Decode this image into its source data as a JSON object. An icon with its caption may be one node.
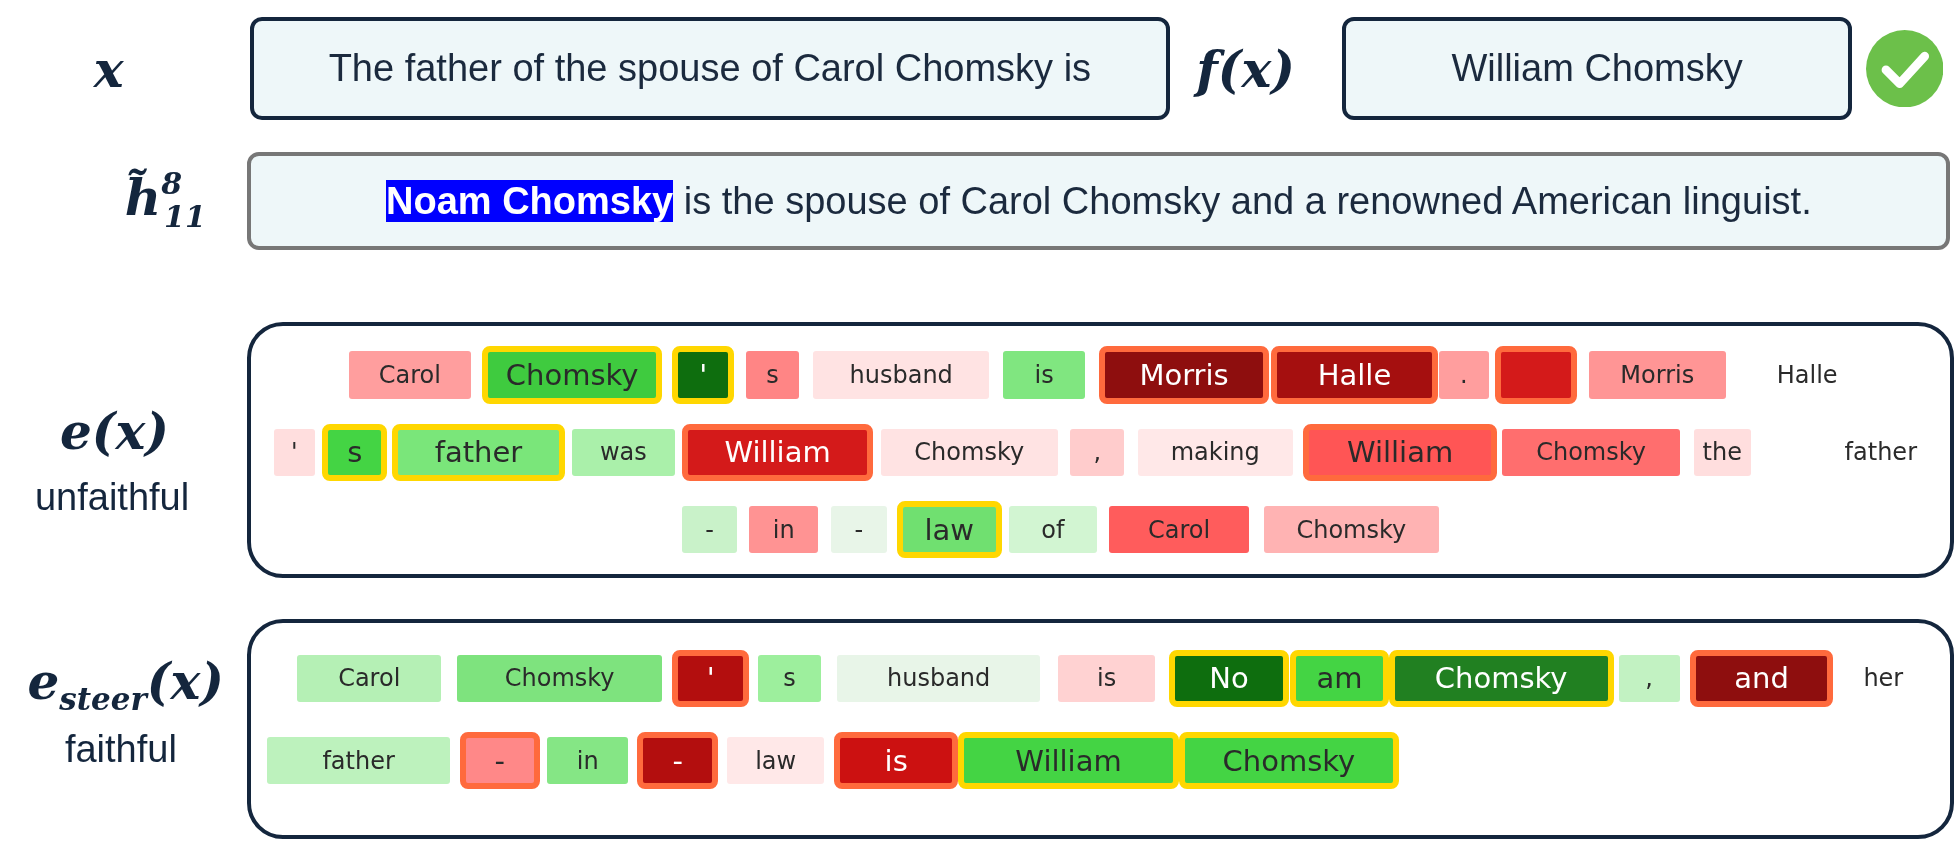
{
  "diagram": {
    "nodes": [
      {
        "text": [
          "The father of the spouse of Carol Chomsky is"
        ]
      },
      {
        "text": [
          "William Chomsky"
        ]
      },
      {
        "text": [
          "**Noam Chomsky** is the spouse of Carol Chomsky and a renowned American linguist."
        ]
      },
      {
        "text": [],
        "shape": "box"
      },
      {
        "text": [
          "Carol"
        ],
        "in": 3
      },
      {
        "text": [
          "Chomsky"
        ],
        "in": 3
      },
      {
        "text": [
          "'"
        ],
        "in": 3
      },
      {
        "text": [
          "s"
        ],
        "in": 3
      },
      {
        "text": [
          "husband"
        ],
        "in": 3
      },
      {
        "text": [
          "is"
        ],
        "in": 3
      },
      {
        "text": [
          "Morris"
        ],
        "in": 3
      },
      {
        "text": [
          "Halle"
        ],
        "in": 3
      },
      {
        "text": [
          "."
        ],
        "in": 3
      },
      {
        "text": [],
        "shape": "box",
        "in": 3
      },
      {
        "text": [
          "Morris"
        ],
        "in": 3
      },
      {
        "text": [
          "Halle"
        ],
        "in": 3
      },
      {
        "text": [
          "'"
        ],
        "in": 3
      },
      {
        "text": [
          "s"
        ],
        "in": 3
      },
      {
        "text": [
          "father"
        ],
        "in": 3
      },
      {
        "text": [
          "was"
        ],
        "in": 3
      },
      {
        "text": [
          "William"
        ],
        "in": 3
      },
      {
        "text": [
          "Chomsky"
        ],
        "in": 3
      },
      {
        "text": [
          ","
        ],
        "in": 3
      },
      {
        "text": [
          "making"
        ],
        "in": 3
      },
      {
        "text": [
          "William"
        ],
        "in": 3
      },
      {
        "text": [
          "Chomsky"
        ],
        "in": 3
      },
      {
        "text": [
          "the"
        ],
        "in": 3
      },
      {
        "text": [
          "father"
        ],
        "in": 3
      },
      {
        "text": [
          "-"
        ],
        "in": 3
      },
      {
        "text": [
          "in"
        ],
        "in": 3
      },
      {
        "text": [
          "-"
        ],
        "in": 3
      },
      {
        "text": [
          "law"
        ],
        "in": 3
      },
      {
        "text": [
          "of"
        ],
        "in": 3
      },
      {
        "text": [
          "Carol"
        ],
        "in": 3
      },
      {
        "text": [
          "Chomsky"
        ],
        "in": 3
      },
      {
        "text": [],
        "shape": "box"
      },
      {
        "text": [
          "Carol"
        ],
        "in": 35
      },
      {
        "text": [
          "Chomsky"
        ],
        "in": 35
      },
      {
        "text": [
          "'"
        ],
        "in": 35
      },
      {
        "text": [
          "s"
        ],
        "in": 35
      },
      {
        "text": [
          "husband"
        ],
        "in": 35
      },
      {
        "text": [
          "is"
        ],
        "in": 35
      },
      {
        "text": [
          "No"
        ],
        "in": 35
      },
      {
        "text": [
          "am"
        ],
        "in": 35
      },
      {
        "text": [
          "Chomsky"
        ],
        "in": 35
      },
      {
        "text": [
          ","
        ],
        "in": 35
      },
      {
        "text": [
          "and"
        ],
        "in": 35
      },
      {
        "text": [
          "her"
        ],
        "in": 35
      },
      {
        "text": [
          "father"
        ],
        "in": 35
      },
      {
        "text": [
          "-"
        ],
        "in": 35
      },
      {
        "text": [
          "in"
        ],
        "in": 35
      },
      {
        "text": [
          "-"
        ],
        "in": 35
      },
      {
        "text": [
          "law"
        ],
        "in": 35
      },
      {
        "text": [
          "is"
        ],
        "in": 35
      },
      {
        "text": [
          "William"
        ],
        "in": 35
      },
      {
        "text": [
          "Chomsky"
        ],
        "in": 35
      }
    ],
    "labels": [
      "x",
      "f(x)",
      "h̃$^{8}$$_{11}$",
      "e(x)",
      "unfaithful",
      "e$_{steer}$(x)",
      "faithful"
    ]
  }
}
